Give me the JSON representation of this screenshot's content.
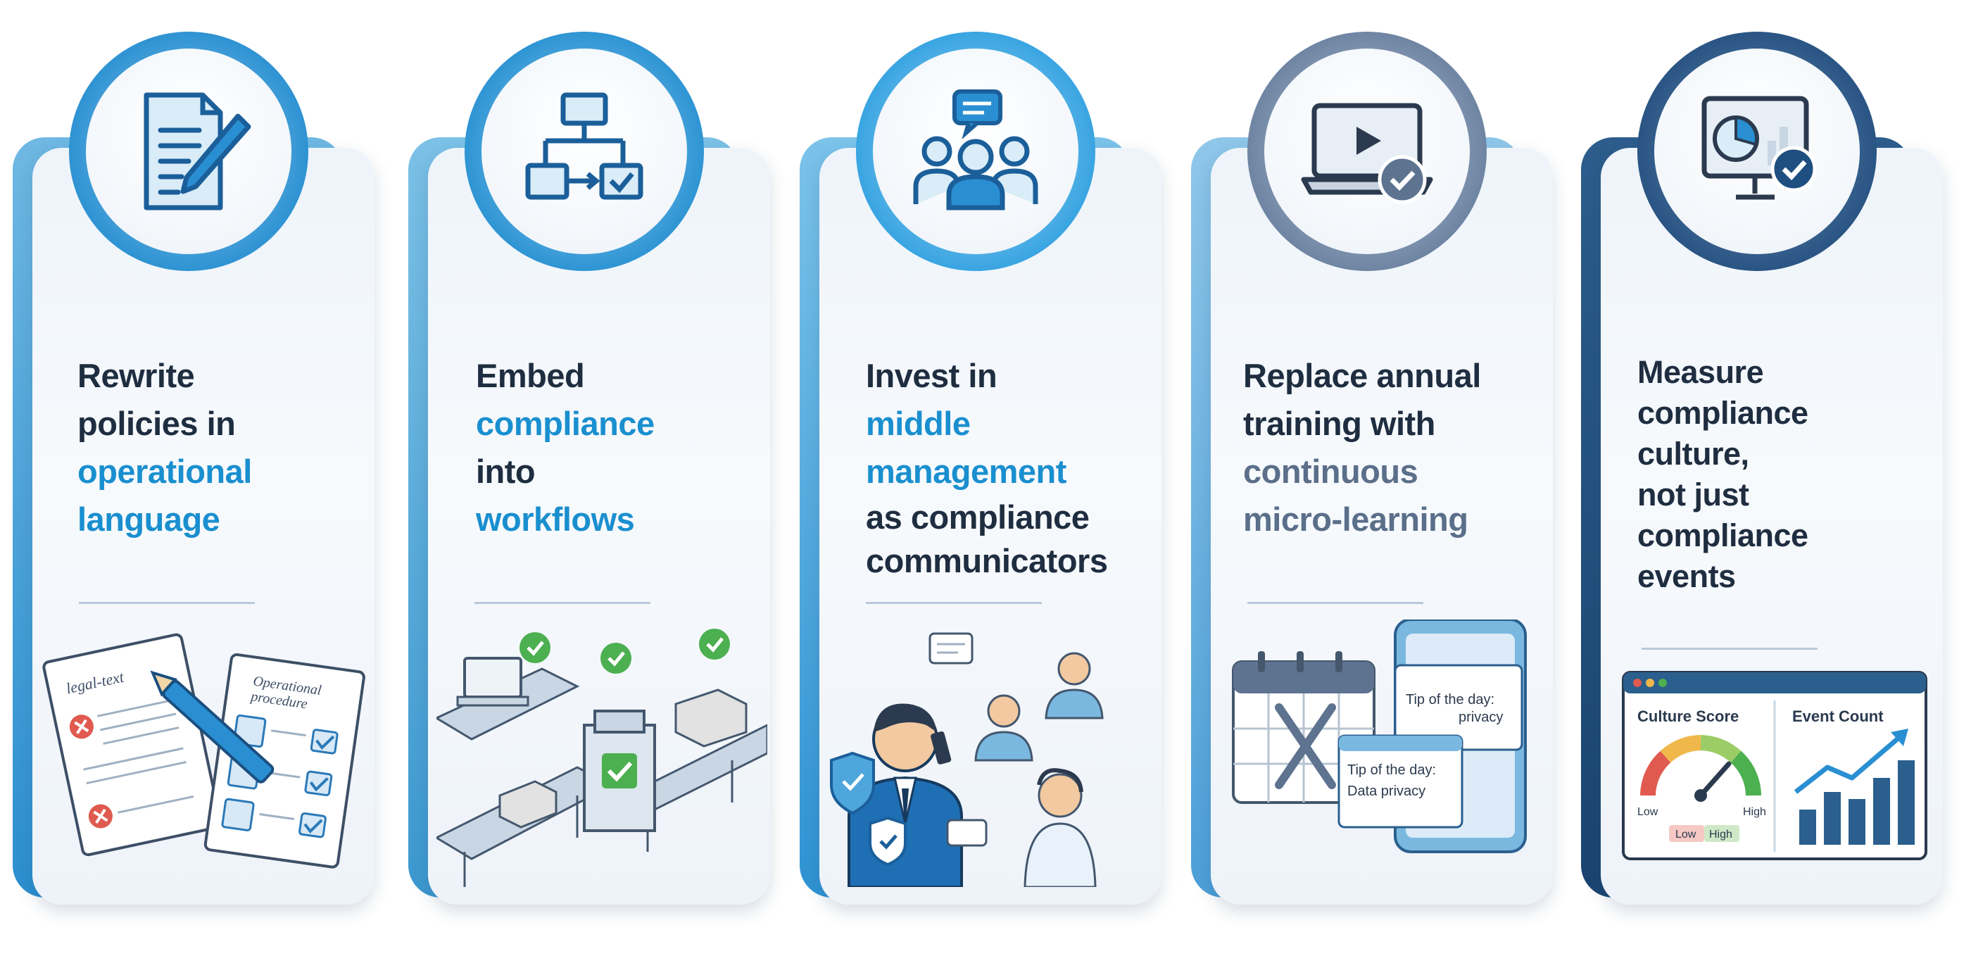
{
  "cards": [
    {
      "lines": [
        "Rewrite",
        "policies in",
        "operational",
        "language"
      ],
      "icon": "document-pen-icon",
      "illustration": "legal-text-vs-procedure",
      "labels": {
        "legal": "legal-text",
        "procedure_1": "Operational",
        "procedure_2": "procedure"
      }
    },
    {
      "lines": [
        "Embed",
        "compliance",
        "into",
        "workflows"
      ],
      "icon": "workflow-diagram-icon",
      "illustration": "conveyor-checkpoint"
    },
    {
      "lines": [
        "Invest in",
        "middle",
        "management",
        "as compliance",
        "communicators"
      ],
      "icon": "team-speech-icon",
      "illustration": "manager-communicating"
    },
    {
      "lines": [
        "Replace annual",
        "training with",
        "continuous",
        "micro-learning"
      ],
      "icon": "laptop-video-check-icon",
      "illustration": "calendar-vs-tips",
      "labels": {
        "tip_1": "Tip of the day:",
        "tip_1b": "Data privacy",
        "tip_2": "Tip of the day:",
        "tip_2b": "privacy"
      }
    },
    {
      "lines": [
        "Measure",
        "compliance",
        "culture,",
        "not just",
        "compliance",
        "events"
      ],
      "icon": "dashboard-check-icon",
      "illustration": "culture-dashboard",
      "labels": {
        "score": "Culture Score",
        "count": "Event Count",
        "low": "Low",
        "high": "High",
        "low_2": "Low",
        "high_2": "High"
      }
    }
  ],
  "colors": {
    "heading": "#1f2d40",
    "highlight_blue": "#1a8fcf",
    "highlight_slate": "#5b6f8a",
    "check_green": "#4caf50",
    "error_red": "#e05a4f"
  }
}
